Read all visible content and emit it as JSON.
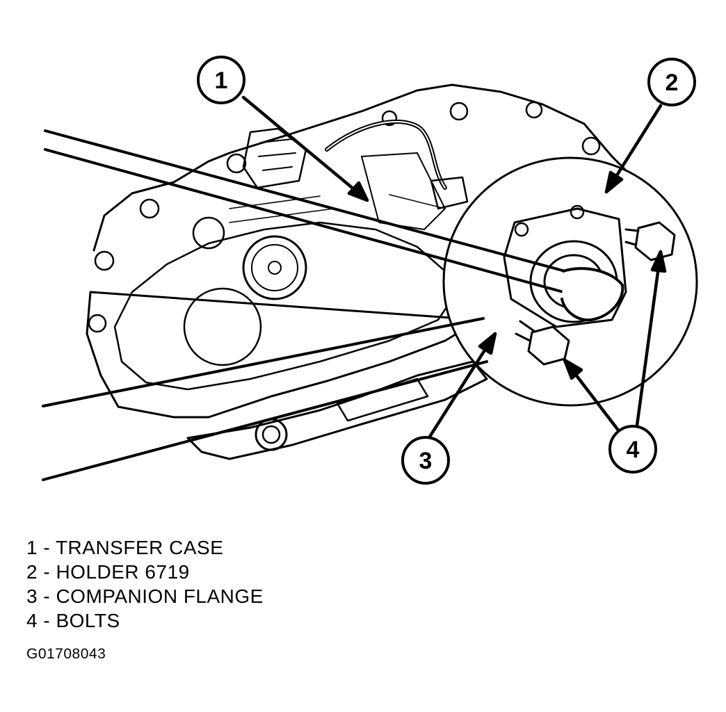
{
  "callouts": [
    {
      "number": "1",
      "part": "TRANSFER CASE"
    },
    {
      "number": "2",
      "part": "HOLDER 6719"
    },
    {
      "number": "3",
      "part": "COMPANION FLANGE"
    },
    {
      "number": "4",
      "part": "BOLTS"
    }
  ],
  "legend": [
    "1 - TRANSFER CASE",
    "2 - HOLDER 6719",
    "3 - COMPANION FLANGE",
    "4 - BOLTS"
  ],
  "figure_id": "G01708043",
  "colors": {
    "ink": "#000000",
    "paper": "#ffffff"
  }
}
